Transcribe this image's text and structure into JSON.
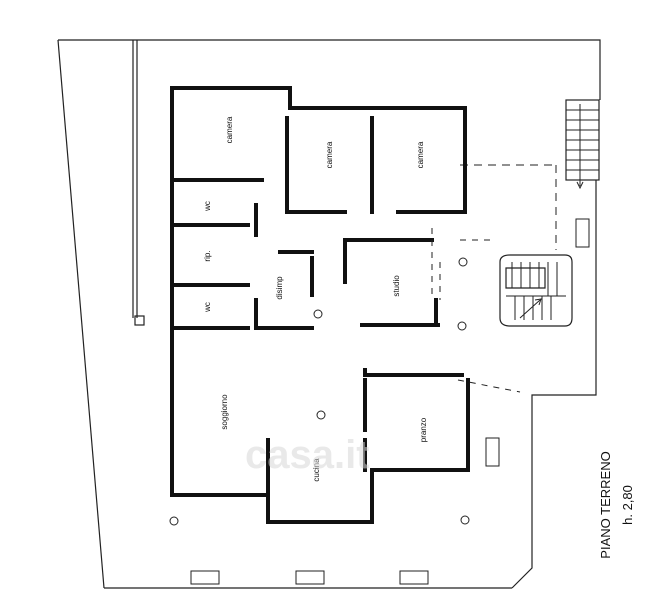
{
  "rooms": {
    "camera_1": "camera",
    "camera_2": "camera",
    "camera_3": "camera",
    "wc_1": "wc",
    "rip": "rip.",
    "wc_2": "wc",
    "disimp": "disimp",
    "studio": "studio",
    "soggiorno": "soggiorno",
    "cucina": "cucina",
    "pranzo": "pranzo"
  },
  "title": {
    "floor": "PIANO TERRENO",
    "height": "h. 2,80"
  },
  "watermark": "casa.it"
}
